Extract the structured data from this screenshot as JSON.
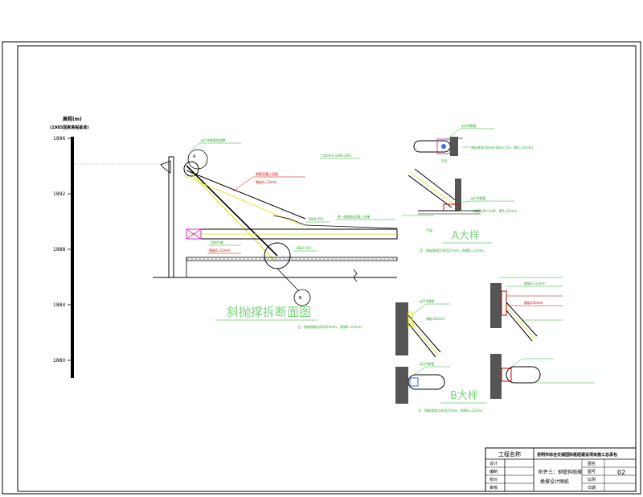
{
  "scale": {
    "title": "高程(m)",
    "datum": "(1985国家高程基准)",
    "ticks": [
      "1896",
      "1892",
      "1888",
      "1884",
      "1880"
    ]
  },
  "section": {
    "title": "斜抛撑拆断面图",
    "elev_top": "▽1000m(1894.200)",
    "elev_mid": "1889.050",
    "elev_bottom": "1882.150",
    "label_steel_pipe": "φ219钢管斜抛撑",
    "label_wall": "钢筋混凝土冠梁",
    "label_plate": "钢板δ=12mm",
    "label_bracket": "型钢牛腿",
    "label_a": "A",
    "label_b": "B",
    "label_floor": "第一道楼板混凝土支撑",
    "note": "注：钢板厚度均采用25mm，角钢δ=12mm。"
  },
  "detail_a": {
    "title": "A大样",
    "label1": "φ219钢管",
    "label2": "钢板厚度30mm(180×150，厚δ=12mm)",
    "label3": "立面",
    "label4": "φ219钢管",
    "label5": "钢板180×180，厚δ=12mm",
    "label6": "平面",
    "note": "注：钢板厚度均采用25mm，角钢δ=12mm。"
  },
  "detail_b": {
    "title": "B大样",
    "label1": "φ219钢管",
    "label2": "φ219钢管",
    "label3": "钢板180mm",
    "label4": "钢板δ=12mm",
    "label5": "钢板250mm",
    "note": "注：钢板厚度均采用25mm，角钢δ=12mm。"
  },
  "title_block": {
    "project_header": "工程名称",
    "project_name": "昆明市综合交通国际枢纽建设项目施工总承包",
    "rows": [
      "设计",
      "编制",
      "校对",
      "审核"
    ],
    "drawing_title_line1": "附件三：钢管斜抛撑",
    "drawing_title_line2": "换撑设计图纸",
    "right_labels": [
      "图名",
      "图号",
      "比例",
      "日期"
    ],
    "drawing_number": "02"
  },
  "colors": {
    "line": "#000000",
    "green": "#2fa82f",
    "red": "#cc0000",
    "magenta": "#cc33cc",
    "yellow": "#e0e000",
    "dark_fill": "#555555"
  }
}
